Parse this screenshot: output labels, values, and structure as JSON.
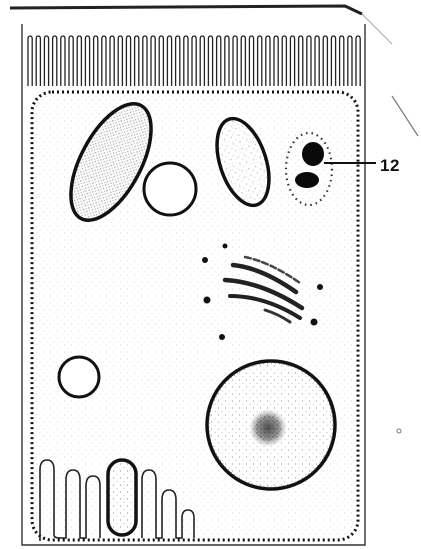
{
  "diagram": {
    "callout": {
      "number": "12",
      "target": "centrosome"
    },
    "structures": [
      "cell-membrane",
      "microvilli-apical",
      "microvilli-basal",
      "mitochondrion",
      "vesicle",
      "centrosome",
      "golgi-apparatus",
      "nucleus",
      "nucleolus"
    ],
    "colors": {
      "ink": "#111111",
      "paper": "#ffffff",
      "stipple": "#9a9a9a"
    }
  }
}
